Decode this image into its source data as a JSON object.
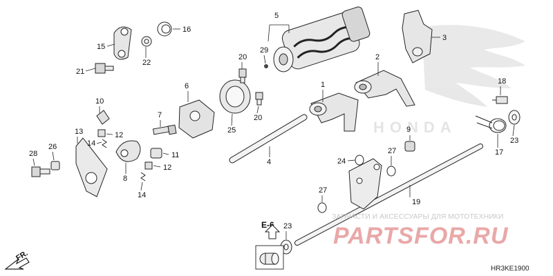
{
  "diagram": {
    "diagram_code": "HR3KE1900",
    "reference": {
      "label": "E-6"
    },
    "front_indicator": "FR.",
    "watermark": {
      "caption": "ЗАПЧАСТИ И АКСЕССУАРЫ ДЛЯ МОТОТЕХНИКИ",
      "site": "PARTSFOR.RU",
      "brand_logo": "HONDA"
    },
    "part_labels": [
      "1",
      "2",
      "3",
      "4",
      "5",
      "6",
      "7",
      "8",
      "9",
      "10",
      "11",
      "12",
      "12",
      "13",
      "14",
      "14",
      "15",
      "16",
      "17",
      "18",
      "19",
      "20",
      "20",
      "21",
      "22",
      "23",
      "23",
      "24",
      "25",
      "26",
      "27",
      "27",
      "28",
      "29"
    ]
  }
}
